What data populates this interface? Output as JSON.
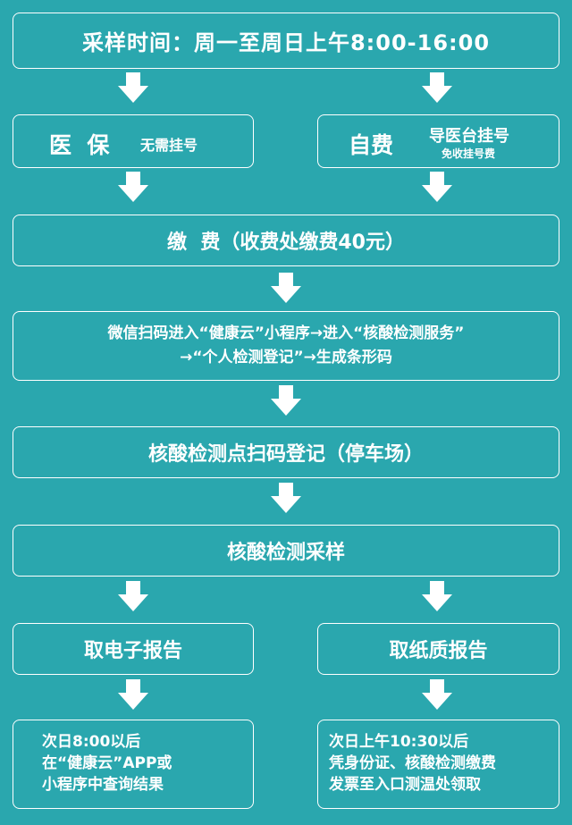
{
  "time_box": {
    "text": "采样时间：周一至周日上午8:00-16:00"
  },
  "yibao": {
    "main": "医  保",
    "sub": "无需挂号"
  },
  "zifei": {
    "main": "自费",
    "sub1": "导医台挂号",
    "sub2": "免收挂号费"
  },
  "payment": {
    "text": "缴  费（收费处缴费40元）"
  },
  "wechat": {
    "line1": "微信扫码进入“健康云”小程序→进入“核酸检测服务”",
    "line2": "→“个人检测登记”→生成条形码"
  },
  "register": {
    "text": "核酸检测点扫码登记（停车场）"
  },
  "sampling": {
    "text": "核酸检测采样"
  },
  "e_report": {
    "title": "取电子报告",
    "line1": "次日8:00以后",
    "line2": "在“健康云”APP或",
    "line3": "小程序中查询结果"
  },
  "paper_report": {
    "title": "取纸质报告",
    "line1": "次日上午10:30以后",
    "line2": "凭身份证、核酸检测缴费",
    "line3": "发票至入口测温处领取"
  },
  "colors": {
    "background": "#2aa7ae",
    "foreground": "#ffffff"
  }
}
